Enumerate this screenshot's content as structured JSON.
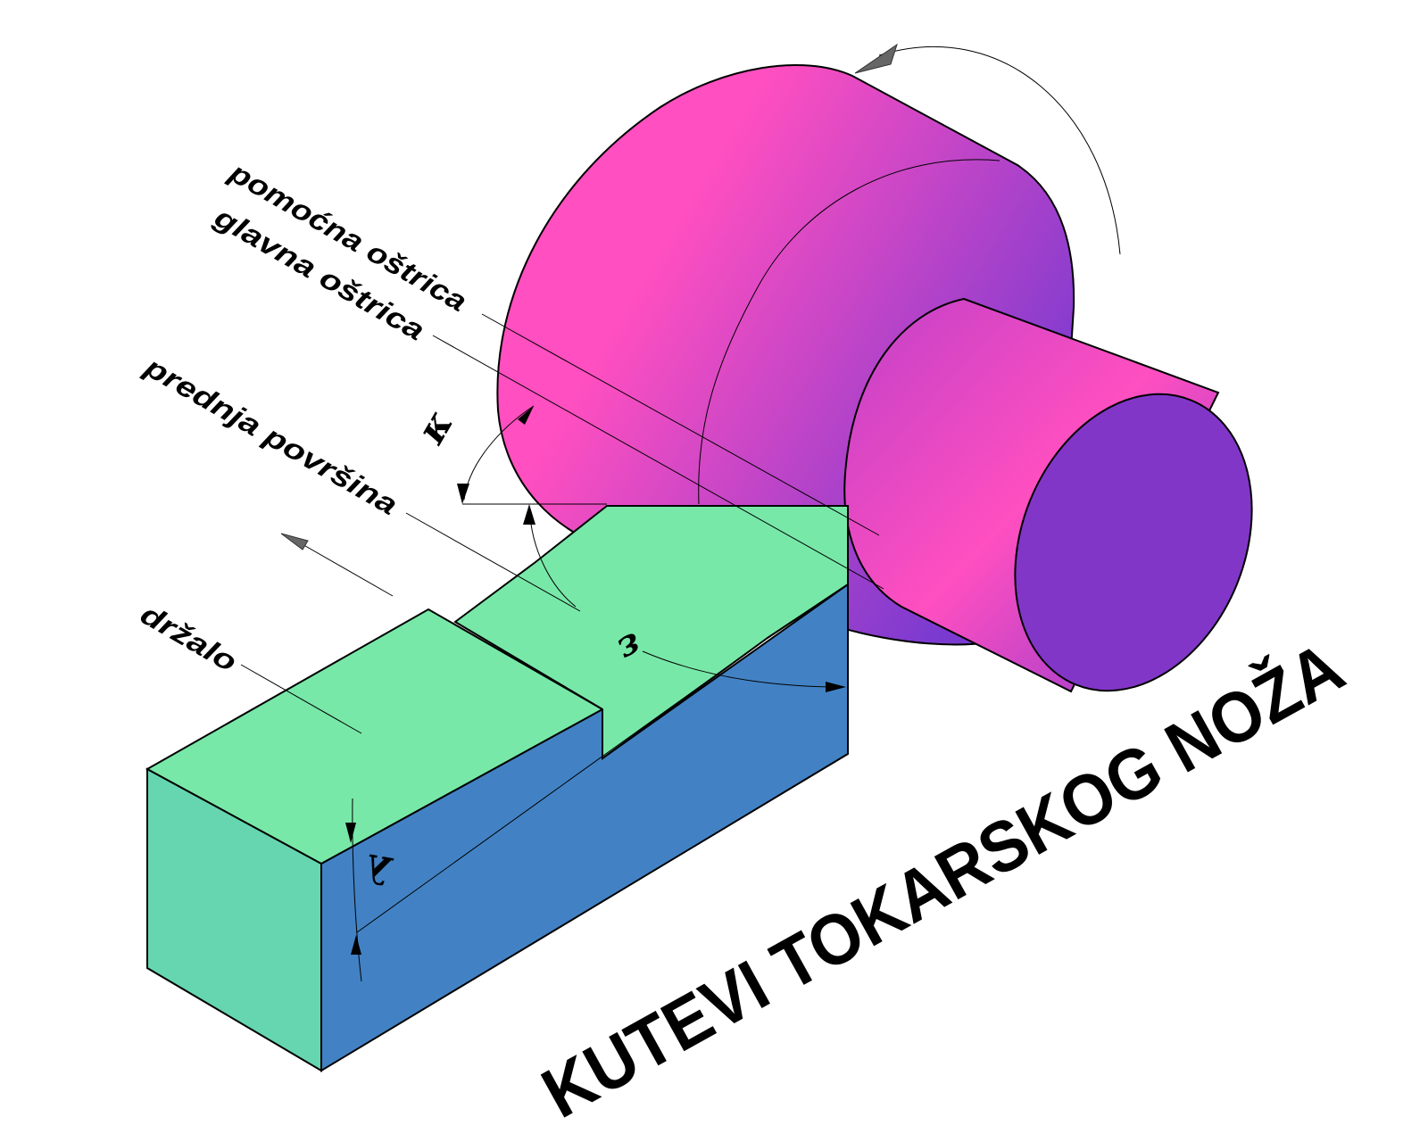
{
  "title": "KUTEVI TOKARSKOG NOŽA",
  "labels": {
    "secondary_edge": "pomoćna oštrica",
    "main_edge": "glavna oštrica",
    "rake_face": "prednja površina",
    "holder": "držalo"
  },
  "angles": {
    "kappa": "κ",
    "epsilon": "ε",
    "lambda": "λ"
  },
  "colors": {
    "workpiece_light": "#ff4fc0",
    "workpiece_dark": "#7a3ad0",
    "tool_top": "#78e8a8",
    "tool_side": "#4282c4",
    "tool_front": "#66d6b0"
  }
}
